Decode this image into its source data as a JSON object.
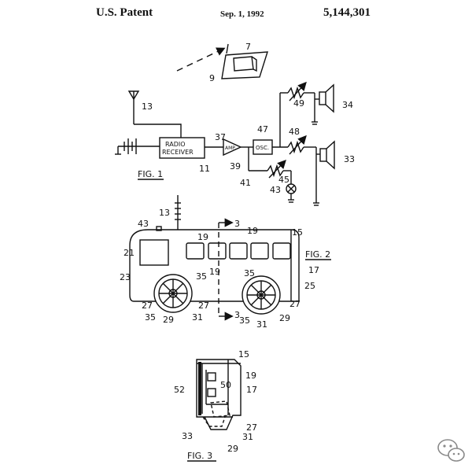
{
  "header": {
    "left": "U.S. Patent",
    "date": "Sep. 1, 1992",
    "patent_number": "5,144,301"
  },
  "fig1": {
    "label": "FIG. 1",
    "receiver_line1": "RADIO",
    "receiver_line2": "RECEIVER",
    "amp": "AMP.",
    "osc": "OSC.",
    "refs": {
      "r7": "7",
      "r9": "9",
      "r13": "13",
      "r37": "37",
      "r47": "47",
      "r48": "48",
      "r49": "49",
      "r34": "34",
      "r33": "33",
      "r11": "11",
      "r39": "39",
      "r45": "45",
      "r41": "41",
      "r43": "43"
    }
  },
  "fig2": {
    "label": "FIG. 2",
    "refs": {
      "r43": "43",
      "r13": "13",
      "r3a": "3",
      "r19a": "19",
      "r15": "15",
      "r19b": "19",
      "r21": "21",
      "r19c": "19",
      "r17": "17",
      "r23": "23",
      "r35a": "35",
      "r35b": "35",
      "r25": "25",
      "r27a": "27",
      "r27b": "27",
      "r27c": "27",
      "r35c": "35",
      "r29a": "29",
      "r31a": "31",
      "r3b": "3",
      "r35d": "35",
      "r31b": "31",
      "r29b": "29"
    }
  },
  "fig3": {
    "label": "FIG. 3",
    "refs": {
      "r15": "15",
      "r19": "19",
      "r52": "52",
      "r50": "50",
      "r17": "17",
      "r27": "27",
      "r33": "33",
      "r31": "31",
      "r29": "29"
    }
  },
  "colors": {
    "ink": "#111111",
    "watermark": "#8a8a8a"
  },
  "icons": {
    "watermark": "wechat-watermark-icon"
  }
}
